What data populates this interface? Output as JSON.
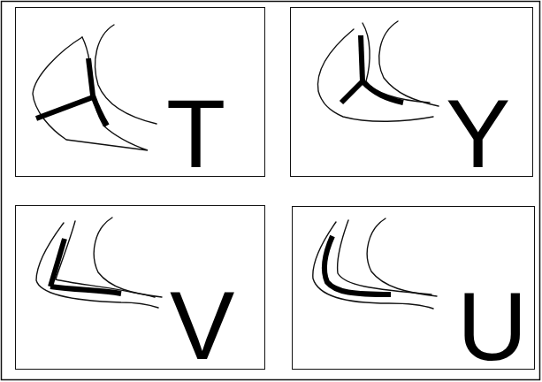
{
  "diagram": {
    "nodes": [
      {
        "text": [
          "T"
        ]
      },
      {
        "text": [
          "Y"
        ]
      },
      {
        "text": [
          "V"
        ]
      },
      {
        "text": [
          "U"
        ]
      }
    ]
  }
}
